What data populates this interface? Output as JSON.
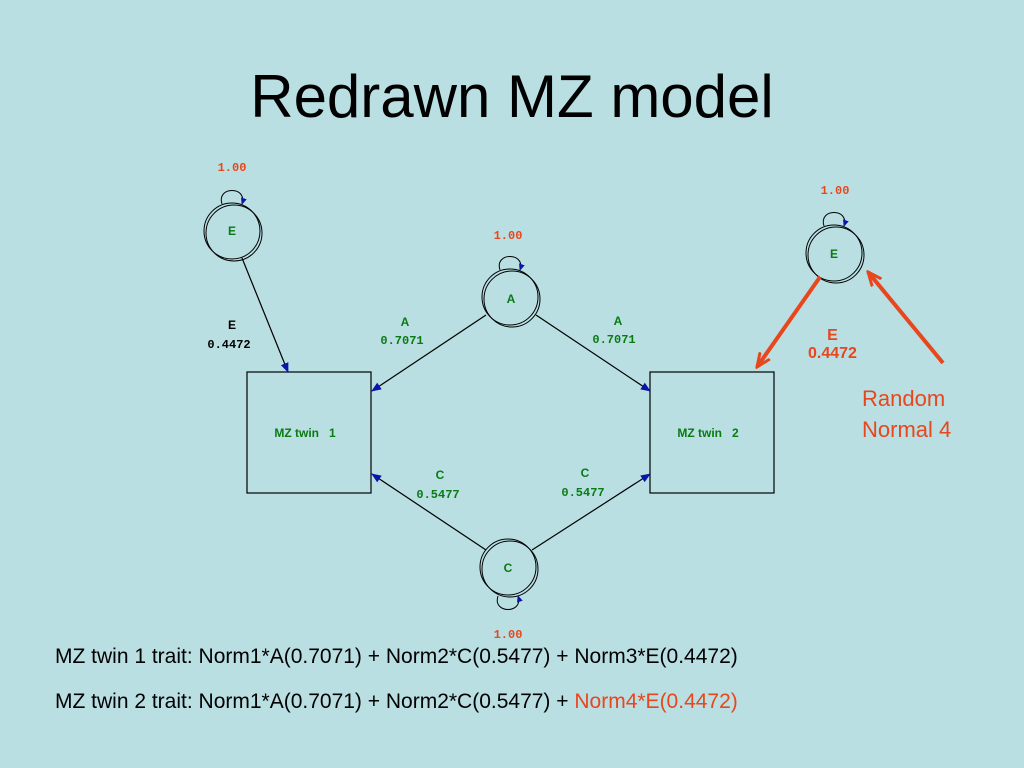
{
  "title": "Redrawn MZ model",
  "colors": {
    "background": "#b9dfe3",
    "variance_text": "#e8461c",
    "path_text": "#0a7a12",
    "highlight": "#e8461c",
    "arrow_head": "#0a14a8"
  },
  "nodes": {
    "e1": {
      "label": "E",
      "variance": "1.00"
    },
    "a": {
      "label": "A",
      "variance": "1.00"
    },
    "e2": {
      "label": "E",
      "variance": "1.00"
    },
    "c": {
      "label": "C",
      "variance": "1.00"
    },
    "twin1": {
      "label": "MZ twin   1"
    },
    "twin2": {
      "label": "MZ twin   2"
    }
  },
  "paths": {
    "e1_twin1": {
      "label": "E",
      "value": "0.4472"
    },
    "a_twin1": {
      "label": "A",
      "value": "0.7071"
    },
    "a_twin2": {
      "label": "A",
      "value": "0.7071"
    },
    "c_twin1": {
      "label": "C",
      "value": "0.5477"
    },
    "c_twin2": {
      "label": "C",
      "value": "0.5477"
    },
    "e2_twin2": {
      "label": "E",
      "value": "0.4472"
    }
  },
  "annotation": {
    "line1": "Random",
    "line2": "Normal 4"
  },
  "equations": {
    "twin1": "MZ twin 1 trait: Norm1*A(0.7071) + Norm2*C(0.5477) + Norm3*E(0.4472)",
    "twin2_prefix": "MZ twin 2 trait: Norm1*A(0.7071) + Norm2*C(0.5477) + ",
    "twin2_highlight": "Norm4*E(0.4472)"
  }
}
